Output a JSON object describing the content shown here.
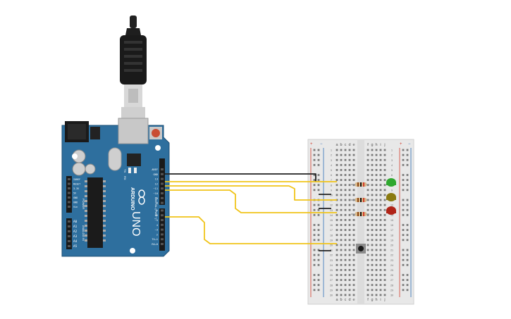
{
  "arduino": {
    "brand": "ARDUINO",
    "model": "UNO",
    "digital_label": "DIGITAL (PWM~)",
    "power_label": "POWER",
    "analog_label": "ANALOG IN",
    "tx_label": "TX",
    "rx_label": "RX",
    "header_labels": [
      "AREF",
      "GND",
      "13",
      "12",
      "~11",
      "~10",
      "~9",
      "8",
      "7",
      "~6",
      "~5",
      "4",
      "~3",
      "2",
      "TX→1",
      "RX←0"
    ],
    "power_pins": [
      "IOREF",
      "RESET",
      "3.3V",
      "5V",
      "GND",
      "GND",
      "Vin"
    ],
    "analog_pins": [
      "A0",
      "A1",
      "A2",
      "A3",
      "A4",
      "A5"
    ]
  },
  "breadboard": {
    "col_letters_left": [
      "a",
      "b",
      "c",
      "d",
      "e"
    ],
    "col_letters_right": [
      "f",
      "g",
      "h",
      "i",
      "j"
    ],
    "rows": 30,
    "rail_plus": "+",
    "rail_minus": "−"
  },
  "components": {
    "leds": [
      {
        "name": "green-led",
        "color": "#2fa82f"
      },
      {
        "name": "yellow-led",
        "color": "#8a7a10"
      },
      {
        "name": "red-led",
        "color": "#b02418"
      }
    ],
    "resistors": 3,
    "pushbutton": 1
  },
  "colors": {
    "board": "#2e6f9e",
    "wire_signal": "#f0c419",
    "wire_ground": "#222222",
    "breadboard": "#e8e8e8"
  }
}
